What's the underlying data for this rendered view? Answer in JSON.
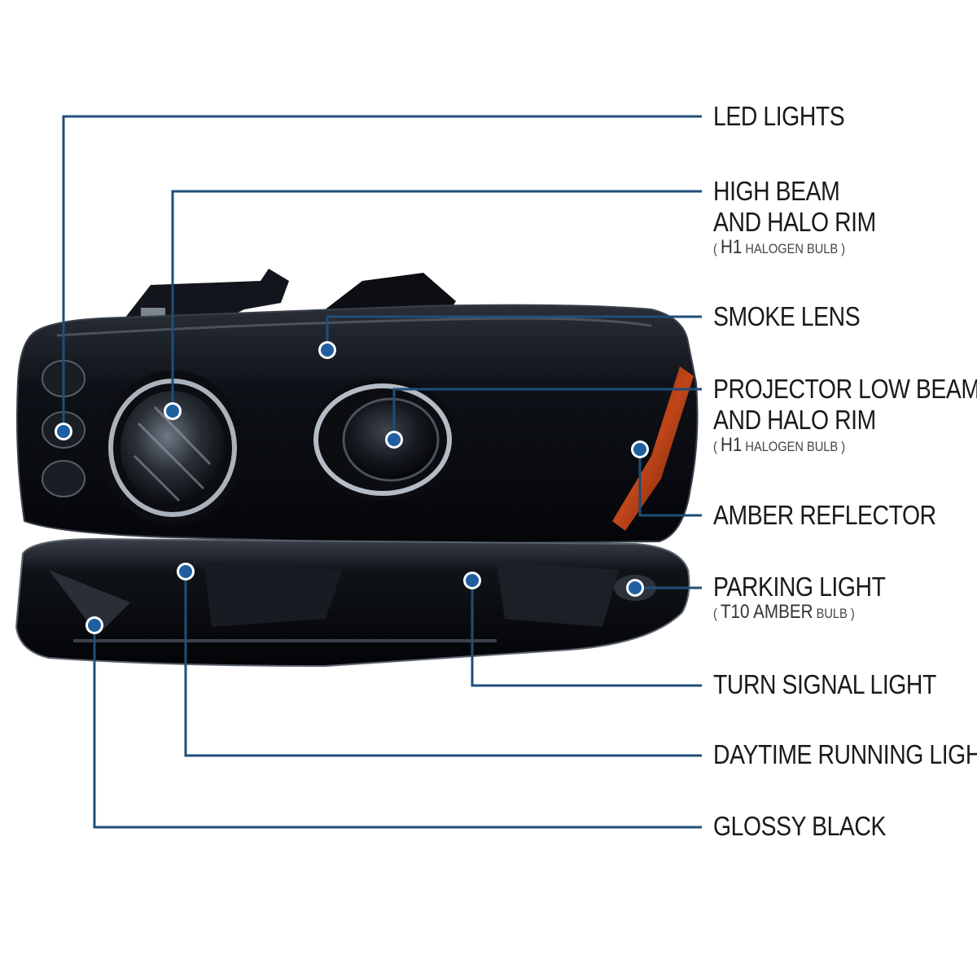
{
  "colors": {
    "leader": "#1f4e79",
    "dot": "#1f5fa0",
    "housing": "#0b0d12",
    "chrome": "#9aa3ad",
    "amber": "#b33a12"
  },
  "callouts": [
    {
      "id": "led-lights",
      "lines": [
        "LED LIGHTS"
      ]
    },
    {
      "id": "high-beam",
      "lines": [
        "HIGH BEAM",
        "AND HALO RIM"
      ],
      "note": {
        "open": "(",
        "strong": "H1",
        "text": "HALOGEN BULB",
        "close": ")"
      }
    },
    {
      "id": "smoke-lens",
      "lines": [
        "SMOKE LENS"
      ]
    },
    {
      "id": "projector-low-beam",
      "lines": [
        "PROJECTOR  LOW BEAM",
        "AND HALO RIM"
      ],
      "note": {
        "open": "(",
        "strong": "H1",
        "text": "HALOGEN BULB",
        "close": ")"
      }
    },
    {
      "id": "amber-reflector",
      "lines": [
        "AMBER REFLECTOR"
      ]
    },
    {
      "id": "parking-light",
      "lines": [
        "PARKING LIGHT"
      ],
      "note": {
        "open": "(",
        "strong": "T10 AMBER",
        "text": "BULB",
        "close": ")"
      }
    },
    {
      "id": "turn-signal-light",
      "lines": [
        "TURN SIGNAL LIGHT"
      ]
    },
    {
      "id": "daytime-running-light",
      "lines": [
        "DAYTIME RUNNING LIGHT"
      ]
    },
    {
      "id": "glossy-black",
      "lines": [
        "GLOSSY BLACK"
      ]
    }
  ]
}
